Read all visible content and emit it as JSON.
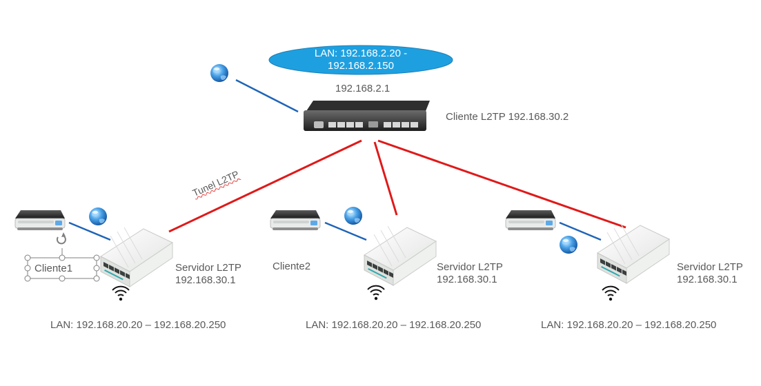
{
  "colors": {
    "background": "#ffffff",
    "text": "#595959",
    "ellipse_fill": "#1ea0e0",
    "link_wan": "#1f64b8",
    "tunnel_red": "#e01919",
    "selection": "#7f7f7f"
  },
  "central_router": {
    "lan_range_line1": "LAN: 192.168.2.20 -",
    "lan_range_line2": "192.168.2.150",
    "ip": "192.168.2.1",
    "client_label": "Cliente L2TP 192.168.30.2",
    "icon": "rackmount-router-icon"
  },
  "tunnel_label": "Tunel L2TP",
  "sites": [
    {
      "client_label": "Cliente1",
      "server_line1": "Servidor L2TP",
      "server_line2": "192.168.30.1",
      "lan": "LAN: 192.168.20.20 – 192.168.20.250"
    },
    {
      "client_label": "Cliente2",
      "server_line1": "Servidor L2TP",
      "server_line2": "192.168.30.1",
      "lan": "LAN: 192.168.20.20 – 192.168.20.250"
    },
    {
      "client_label": "",
      "server_line1": "Servidor L2TP",
      "server_line2": "192.168.30.1",
      "lan": "LAN: 192.168.20.20 – 192.168.20.250"
    }
  ],
  "icons": [
    "globe-icon",
    "modem-icon",
    "wireless-router-icon",
    "wifi-icon",
    "rotate-handle-icon"
  ]
}
